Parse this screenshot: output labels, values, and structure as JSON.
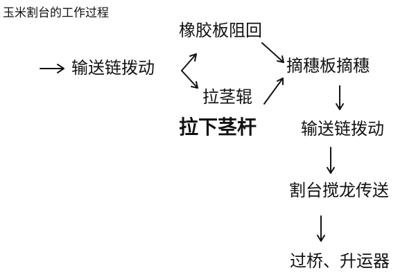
{
  "title": "玉米割台的工作过程",
  "nodes": {
    "conveyor_start": "输送链拨动",
    "rubber_plate": "橡胶板阻回",
    "stalk_roller": "拉茎辊",
    "pull_stalk": "拉下茎杆",
    "ear_picking": "摘穗板摘穗",
    "conveyor_second": "输送链拨动",
    "auger": "割台搅龙传送",
    "bridge_elevator": "过桥、升运器"
  }
}
